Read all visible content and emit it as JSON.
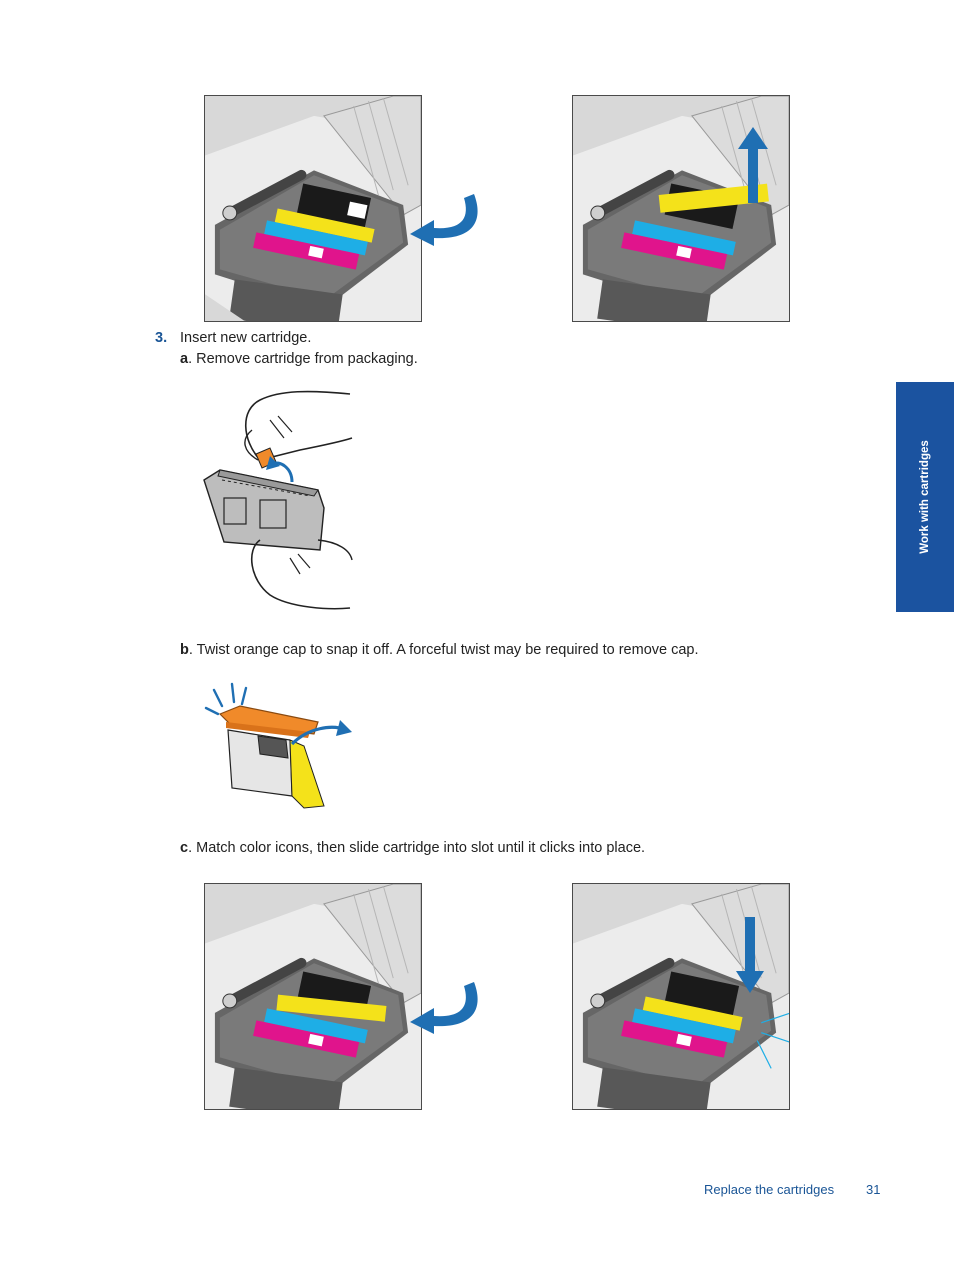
{
  "steps": {
    "step3": {
      "number": "3.",
      "text": "Insert new cartridge."
    },
    "a": {
      "letter": "a",
      "text": ". Remove cartridge from packaging."
    },
    "b": {
      "letter": "b",
      "text": ". Twist orange cap to snap it off. A forceful twist may be required to remove cap."
    },
    "c": {
      "letter": "c",
      "text": ". Match color icons, then slide cartridge into slot until it clicks into place."
    }
  },
  "side_tab": {
    "label": "Work with cartridges"
  },
  "footer": {
    "section_title": "Replace the cartridges",
    "page_number": "31"
  },
  "colors": {
    "accent_blue": "#1a5596",
    "tab_blue": "#1b53a0",
    "cartridge_black": "#1a1a1a",
    "cartridge_yellow": "#f4e21a",
    "cartridge_cyan": "#1eaee6",
    "cartridge_magenta": "#e0148c",
    "cap_orange": "#f08a2a",
    "arrow_blue": "#1f6fb3"
  },
  "icons": {
    "arrow_in": "curved-arrow-insert-icon",
    "arrow_up": "lift-up-arrow-icon",
    "arrow_down": "press-down-arrow-icon"
  }
}
